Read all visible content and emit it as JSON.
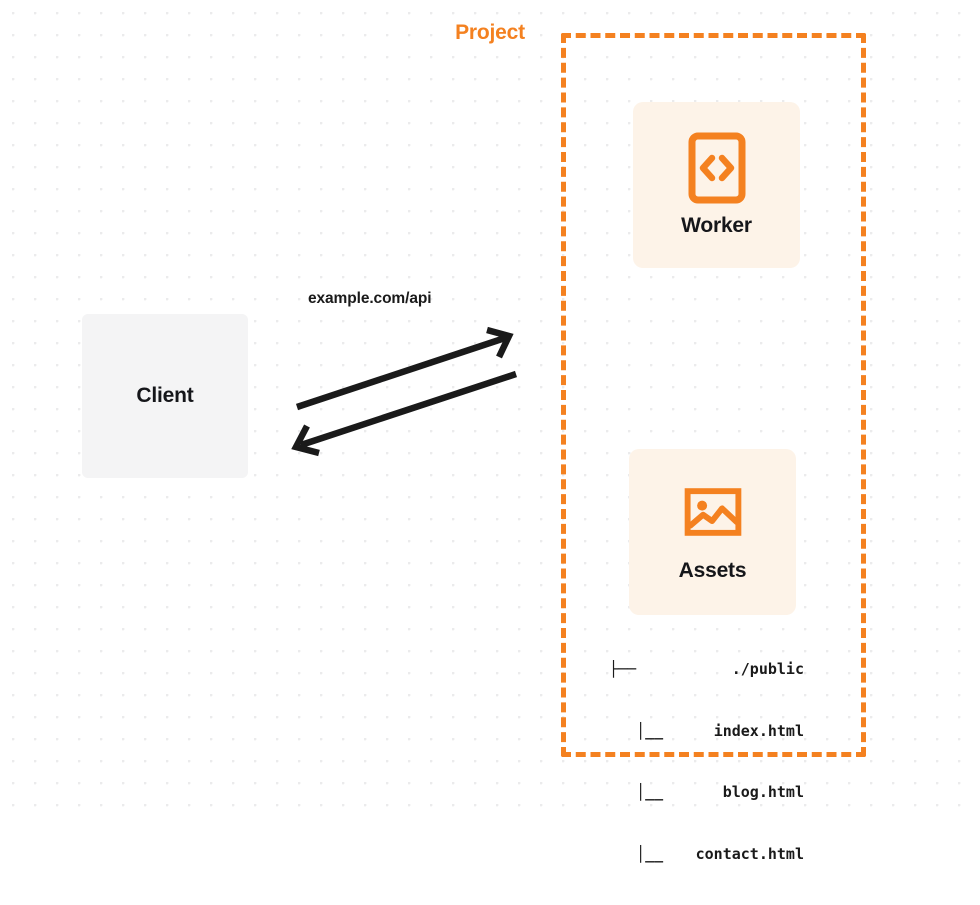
{
  "diagram": {
    "background": "dot-grid",
    "colors": {
      "orange": "#f48120",
      "card_bg": "#fdf3e8",
      "client_bg": "#f4f4f5",
      "text": "#15161a",
      "arrow": "#1a1a1a",
      "dot_grid": "#ebebec"
    },
    "client": {
      "label": "Client"
    },
    "connection": {
      "label": "example.com/api",
      "outbound_arrow": "arrow-right",
      "inbound_arrow": "arrow-left"
    },
    "project": {
      "label": "Project",
      "services": [
        {
          "id": "worker",
          "label": "Worker",
          "icon": "code-brackets-icon"
        },
        {
          "id": "assets",
          "label": "Assets",
          "icon": "image-icon"
        }
      ],
      "file_tree": [
        {
          "branch": "├──",
          "name": "./public"
        },
        {
          "branch": "   │__",
          "name": "index.html"
        },
        {
          "branch": "   │__",
          "name": "blog.html"
        },
        {
          "branch": "   │__",
          "name": "contact.html"
        }
      ]
    }
  }
}
